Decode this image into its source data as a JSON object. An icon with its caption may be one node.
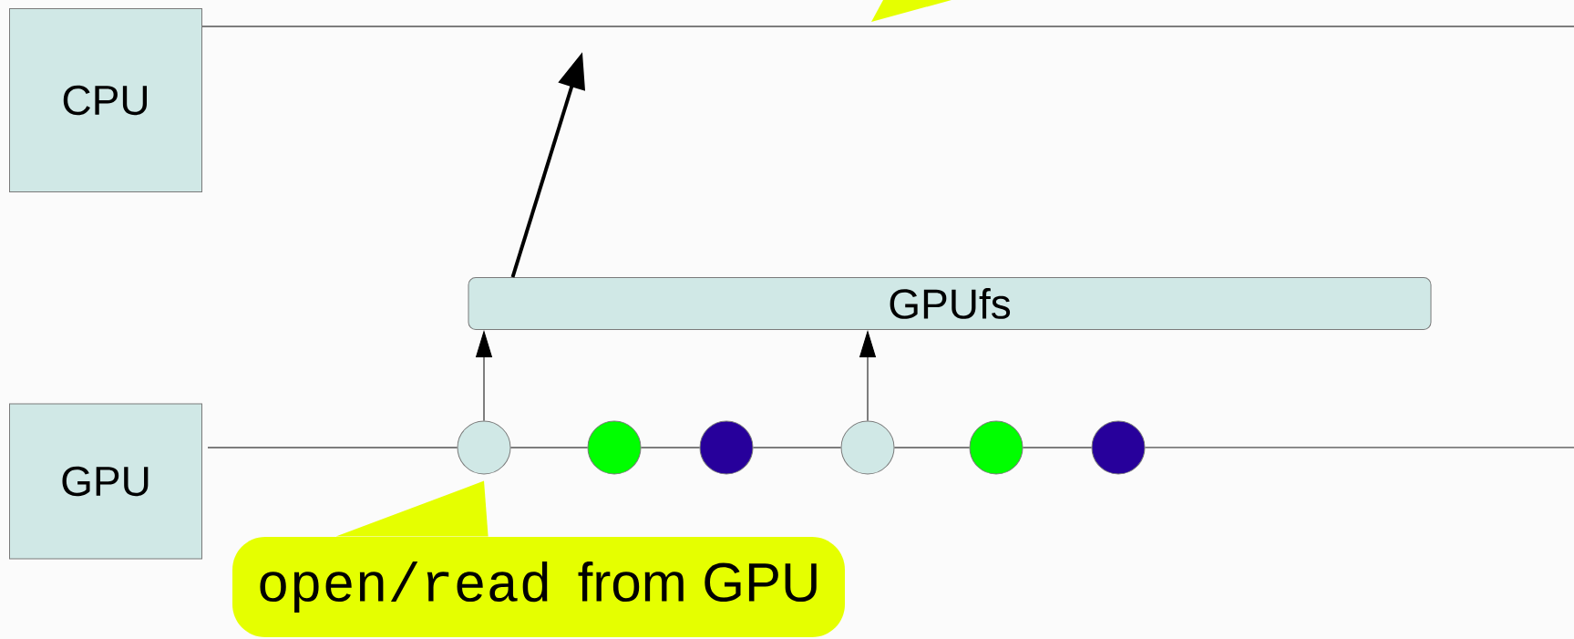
{
  "diagram": {
    "nodes": [
      {
        "text": [
          "CPU"
        ]
      },
      {
        "text": [
          "GPU"
        ]
      },
      {
        "text": [
          "GPUfs"
        ]
      },
      {
        "text": [],
        "shape": "circle"
      },
      {
        "text": [],
        "shape": "circle"
      },
      {
        "text": [],
        "shape": "circle"
      },
      {
        "text": [],
        "shape": "circle"
      },
      {
        "text": [],
        "shape": "circle"
      },
      {
        "text": [],
        "shape": "circle"
      },
      {
        "text": [
          "open/read",
          "from GPU"
        ]
      },
      {
        "text": [],
        "shape": "callout"
      }
    ],
    "edges": [
      {
        "from": 3,
        "to": 2,
        "arrow": "to"
      },
      {
        "from": 6,
        "to": 2,
        "arrow": "to"
      },
      {
        "from": 2,
        "to": null,
        "arrow": "to",
        "style": "thick"
      },
      {
        "from": 0,
        "to": null,
        "arrow": "none"
      },
      {
        "from": 1,
        "to": 3,
        "arrow": "none"
      },
      {
        "from": 3,
        "to": 4,
        "arrow": "none"
      },
      {
        "from": 4,
        "to": 5,
        "arrow": "none"
      },
      {
        "from": 5,
        "to": 6,
        "arrow": "none"
      },
      {
        "from": 6,
        "to": 7,
        "arrow": "none"
      },
      {
        "from": 7,
        "to": 8,
        "arrow": "none"
      },
      {
        "from": 8,
        "to": null,
        "arrow": "none"
      },
      {
        "from": 9,
        "to": 3,
        "arrow": "none"
      }
    ]
  }
}
